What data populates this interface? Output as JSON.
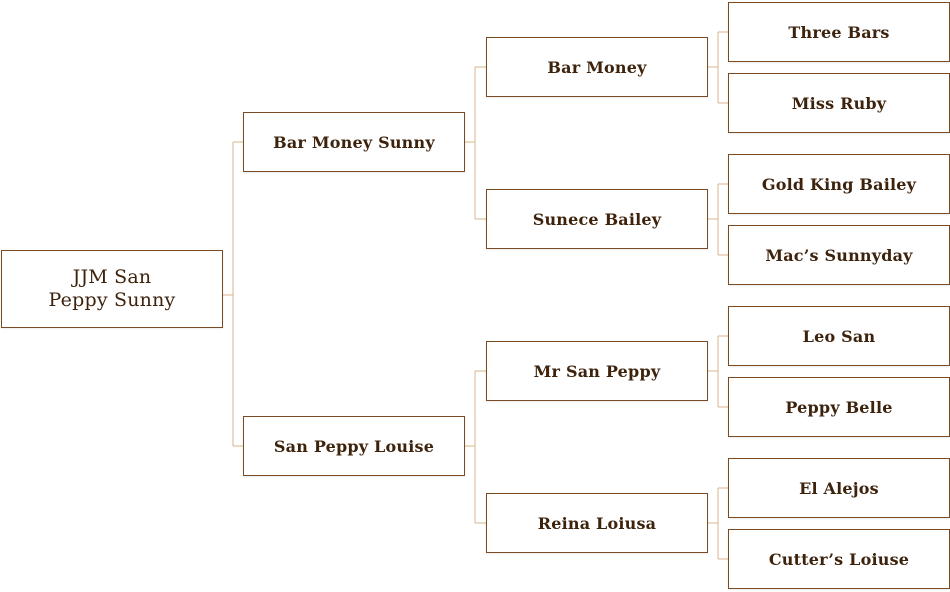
{
  "pedigree": {
    "horse": {
      "name_line1": "JJM San",
      "name_line2": "Peppy Sunny"
    },
    "sire": "Bar Money Sunny",
    "dam": "San Peppy Louise",
    "sire_sire": "Bar Money",
    "sire_dam": "Sunece Bailey",
    "dam_sire": "Mr San Peppy",
    "dam_dam": "Reina Loiusa",
    "sire_sire_sire": "Three Bars",
    "sire_sire_dam": "Miss Ruby",
    "sire_dam_sire": "Gold King Bailey",
    "sire_dam_dam": "Mac’s Sunnyday",
    "dam_sire_sire": "Leo San",
    "dam_sire_dam": "Peppy Belle",
    "dam_dam_sire": "El Alejos",
    "dam_dam_dam": "Cutter’s Loiuse"
  },
  "colors": {
    "border": "#7a4a22",
    "connector": "#d9b48f",
    "text": "#3d220c"
  }
}
